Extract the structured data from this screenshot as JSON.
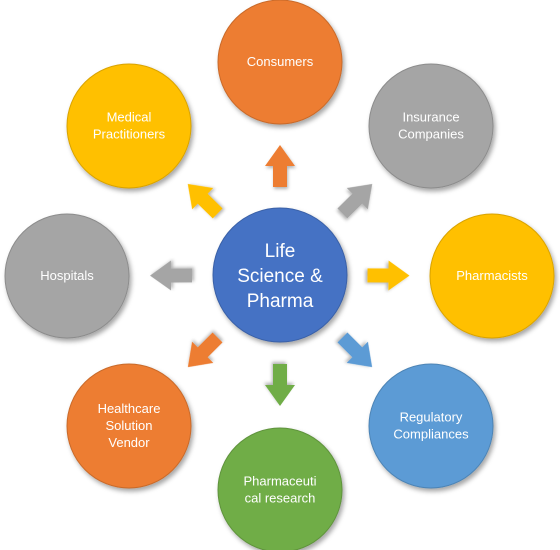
{
  "center": {
    "lines": [
      "Life",
      "Science &",
      "Pharma"
    ],
    "color": "#4472C4"
  },
  "nodes": [
    {
      "id": "consumers",
      "lines": [
        "Consumers"
      ],
      "color": "#ED7D31"
    },
    {
      "id": "insurance-companies",
      "lines": [
        "Insurance",
        "Companies"
      ],
      "color": "#A5A5A5"
    },
    {
      "id": "pharmacists",
      "lines": [
        "Pharmacists"
      ],
      "color": "#FFC000"
    },
    {
      "id": "regulatory-compliances",
      "lines": [
        "Regulatory",
        "Compliances"
      ],
      "color": "#5B9BD5"
    },
    {
      "id": "pharmaceutical-research",
      "lines": [
        "Pharmaceuti",
        "cal research"
      ],
      "color": "#70AD47"
    },
    {
      "id": "healthcare-solution-vendor",
      "lines": [
        "Healthcare",
        "Solution",
        "Vendor"
      ],
      "color": "#ED7D31"
    },
    {
      "id": "hospitals",
      "lines": [
        "Hospitals"
      ],
      "color": "#A5A5A5"
    },
    {
      "id": "medical-practitioners",
      "lines": [
        "Medical",
        "Practitioners"
      ],
      "color": "#FFC000"
    }
  ]
}
